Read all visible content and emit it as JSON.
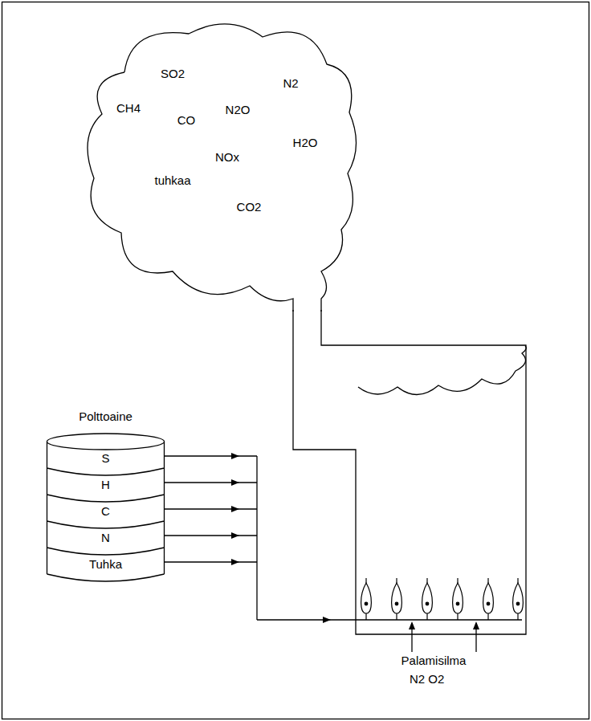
{
  "diagram": {
    "nodes": [
      {
        "text": [
          "SO2",
          "N2",
          "CH4",
          "N2O",
          "CO",
          "H2O",
          "NOx",
          "tuhkaa",
          "CO2"
        ]
      },
      {
        "text": [
          "Polttoaine"
        ]
      },
      {
        "text": [
          "S"
        ],
        "in": 1
      },
      {
        "text": [
          "H"
        ],
        "in": 1
      },
      {
        "text": [
          "C"
        ],
        "in": 1
      },
      {
        "text": [
          "N"
        ],
        "in": 1
      },
      {
        "text": [
          "Tuhka"
        ],
        "in": 1
      }
    ],
    "labels": [
      "Palamisilma",
      "N2 O2"
    ]
  }
}
